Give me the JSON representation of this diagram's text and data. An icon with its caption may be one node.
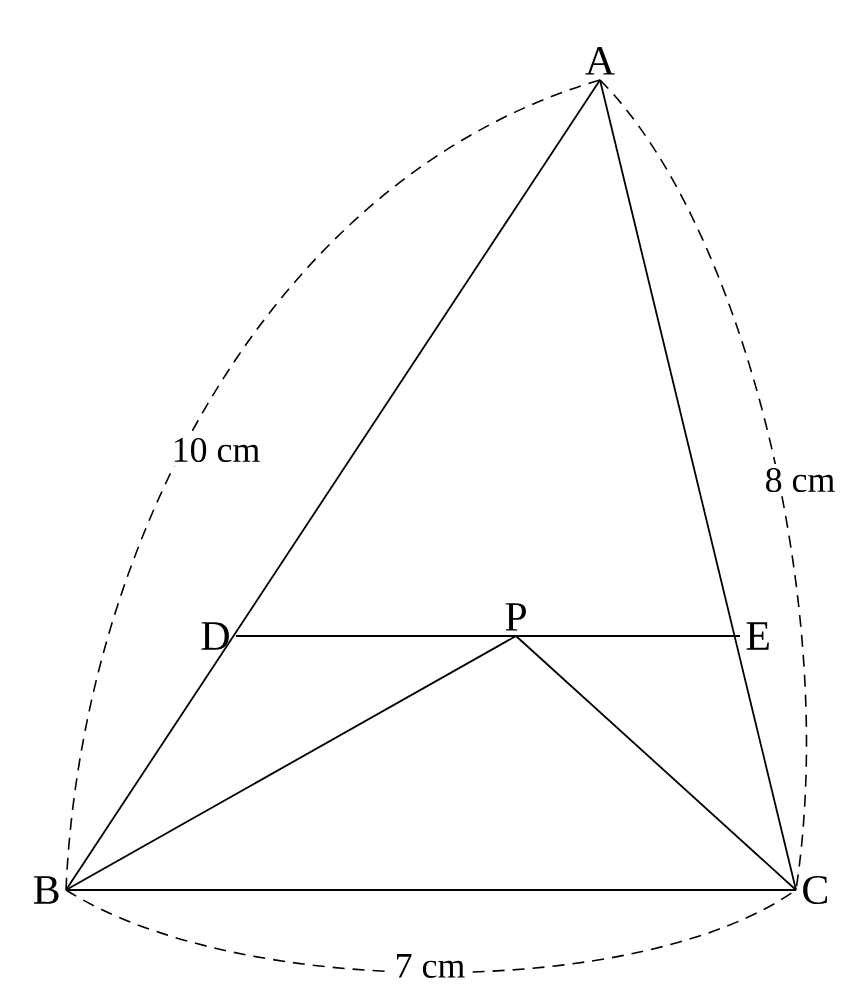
{
  "diagram": {
    "nodes": [
      {
        "text": [
          "A"
        ]
      },
      {
        "text": [
          "B"
        ]
      },
      {
        "text": [
          "C"
        ]
      },
      {
        "text": [
          "D"
        ]
      },
      {
        "text": [
          "E"
        ]
      },
      {
        "text": [
          "P"
        ]
      }
    ],
    "edges": [
      {
        "from": 0,
        "to": 1,
        "arrow": "none"
      },
      {
        "from": 0,
        "to": 2,
        "arrow": "none"
      },
      {
        "from": 1,
        "to": 2,
        "arrow": "none"
      },
      {
        "from": 3,
        "to": 4,
        "arrow": "none"
      },
      {
        "from": 5,
        "to": 1,
        "arrow": "none"
      },
      {
        "from": 5,
        "to": 2,
        "arrow": "none"
      }
    ],
    "labels": [
      "10 cm",
      "8 cm",
      "7 cm"
    ]
  }
}
